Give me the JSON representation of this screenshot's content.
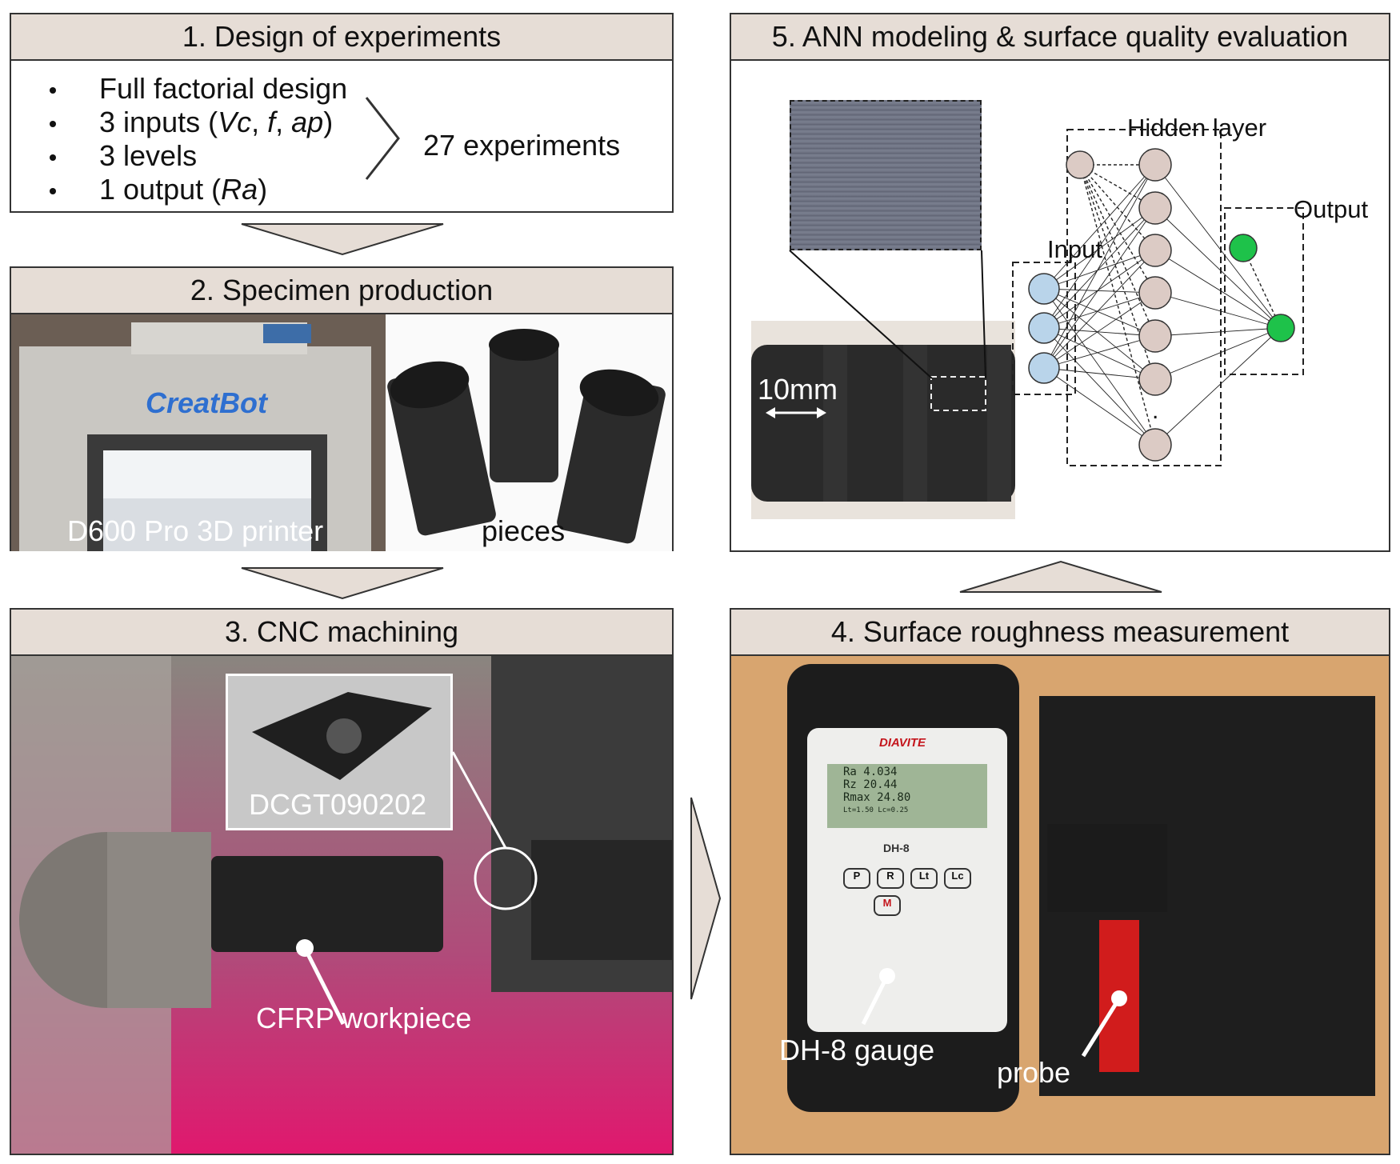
{
  "panel1": {
    "title": "1. Design of experiments",
    "bullets": [
      "Full factorial design",
      "3 inputs (",
      "3 levels",
      "1 output ("
    ],
    "inputs_vars": [
      "Vc",
      "f",
      "ap"
    ],
    "output_var": "Ra",
    "result": "27 experiments"
  },
  "panel2": {
    "title": "2. Specimen production",
    "printer_caption": "D600 Pro 3D printer",
    "printer_logo": "CreatBot",
    "pieces_caption": "pieces"
  },
  "panel3": {
    "title": "3. CNC machining",
    "insert_caption": "DCGT090202",
    "workpiece_caption": "CFRP workpiece"
  },
  "panel4": {
    "title": "4. Surface roughness measurement",
    "brand": "DIAVITE",
    "model": "DH-8",
    "display_lines": [
      "Ra   4.034",
      "Rz  20.44",
      "Rmax 24.80"
    ],
    "display_footer": "Lt=1.50  Lc=0.25",
    "keys": [
      "P",
      "R",
      "Lt",
      "Lc",
      "M"
    ],
    "gauge_caption": "DH-8 gauge",
    "probe_caption": "probe"
  },
  "panel5": {
    "title": "5. ANN modeling & surface quality evaluation",
    "scale_label": "10mm",
    "input_label": "Input",
    "hidden_label": "Hidden layer",
    "output_label": "Output",
    "ellipsis": "."
  },
  "colors": {
    "header": "#e6ddd6",
    "input_node": "#b9d4ea",
    "hidden_node": "#dccbc5",
    "output_node": "#1ec24a",
    "arrow_fill": "#e6ddd6",
    "cnc_glow": "#e0186e"
  }
}
